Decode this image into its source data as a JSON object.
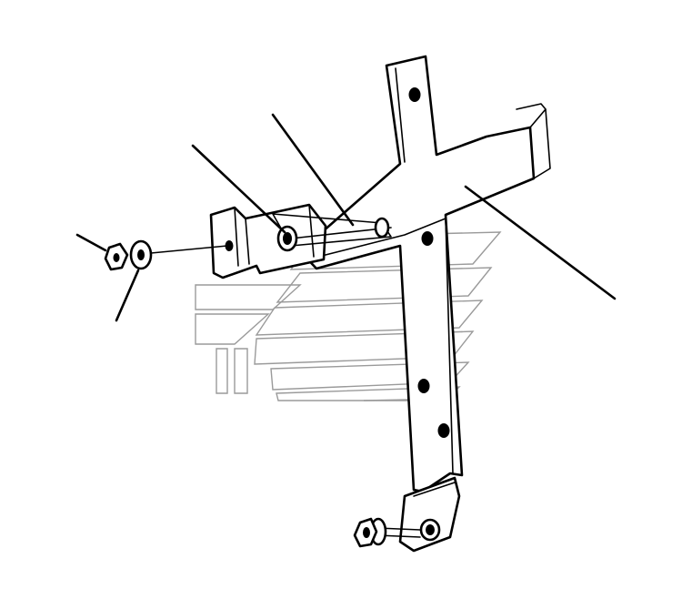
{
  "diagram": {
    "parts": [
      {
        "id": "main-bracket",
        "kind": "cross-bracket"
      },
      {
        "id": "side-mount-bracket",
        "kind": "angle-bracket"
      },
      {
        "id": "bolt-top",
        "kind": "bolt"
      },
      {
        "id": "nut-left",
        "kind": "nut"
      },
      {
        "id": "washer-left",
        "kind": "washer"
      },
      {
        "id": "bolt-bottom",
        "kind": "bolt"
      },
      {
        "id": "nut-bottom",
        "kind": "nut"
      }
    ],
    "leader_count": 5,
    "watermark": "logo-stripes"
  }
}
